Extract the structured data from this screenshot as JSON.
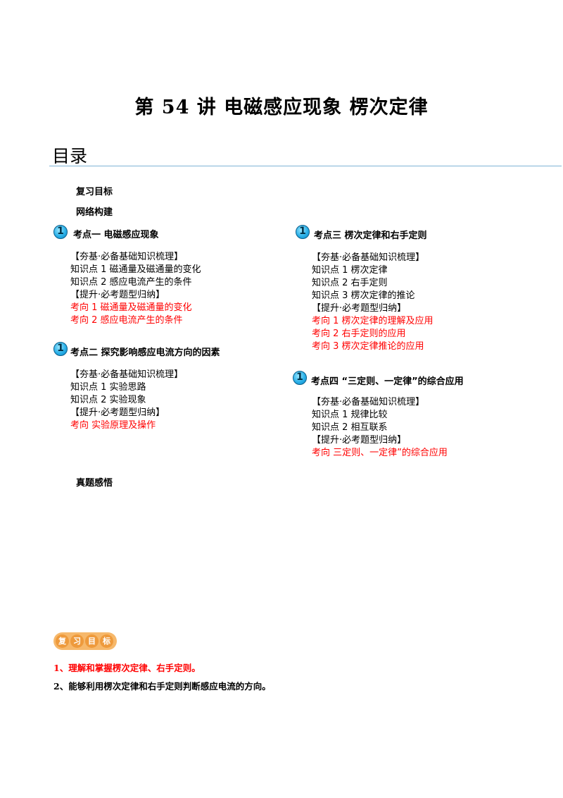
{
  "doc": {
    "title": "第 54 讲  电磁感应现象  楞次定律",
    "toc_heading": "目录"
  },
  "toc": {
    "review_goals": "复习目标",
    "network": "网络构建",
    "real_exam": "真题感悟"
  },
  "badge_char": "1",
  "kp1": {
    "title": "考点一    电磁感应现象",
    "lines": [
      "【夯基·必备基础知识梳理】",
      "知识点 1  磁通量及磁通量的变化",
      "知识点 2  感应电流产生的条件",
      "【提升·必考题型归纳】"
    ],
    "red_lines": [
      "考向 1  磁通量及磁通量的变化",
      "考向 2  感应电流产生的条件"
    ]
  },
  "kp2": {
    "title": "考点二    探究影响感应电流方向的因素",
    "lines": [
      "【夯基·必备基础知识梳理】",
      "知识点 1  实验思路",
      "知识点 2  实验现象",
      "【提升·必考题型归纳】"
    ],
    "red_lines": [
      "考向  实验原理及操作"
    ]
  },
  "kp3": {
    "title": "考点三    楞次定律和右手定则",
    "lines": [
      "【夯基·必备基础知识梳理】",
      "知识点 1  楞次定律",
      "知识点 2  右手定则",
      "知识点 3  楞次定律的推论",
      "【提升·必考题型归纳】"
    ],
    "red_lines": [
      "考向 1  楞次定律的理解及应用",
      "考向 2  右手定则的应用",
      "考向 3  楞次定律推论的应用"
    ]
  },
  "kp4": {
    "title": "考点四     “三定则、一定律”的综合应用",
    "lines": [
      "【夯基·必备基础知识梳理】",
      "知识点 1    规律比较",
      "知识点 2    相互联系",
      "【提升·必考题型归纳】"
    ],
    "red_lines": [
      "考向  三定则、一定律”的综合应用"
    ]
  },
  "objectives_badge": [
    "复",
    "习",
    "目",
    "标"
  ],
  "objectives": [
    {
      "text": "1、理解和掌握楞次定律、右手定则。",
      "color": "#ff0000"
    },
    {
      "text": "2、能够利用楞次定律和右手定则判断感应电流的方向。",
      "color": "#000000"
    }
  ]
}
